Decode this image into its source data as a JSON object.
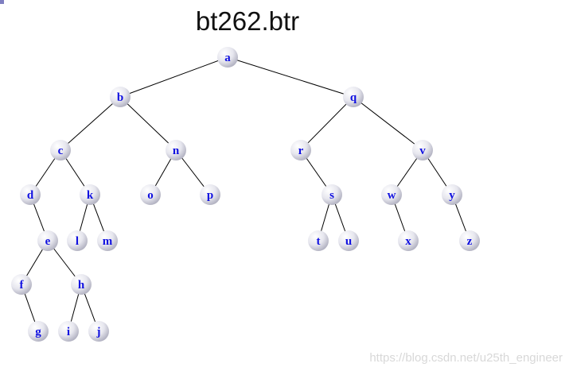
{
  "title": "bt262.btr",
  "watermark": "https://blog.csdn.net/u25th_engineer",
  "colors": {
    "label": "#1010e0",
    "edge": "#000000",
    "node_light": "#ffffff",
    "node_dark": "#b8b8c8"
  },
  "tree": {
    "nodes": [
      "a",
      "b",
      "q",
      "c",
      "n",
      "r",
      "v",
      "d",
      "k",
      "o",
      "p",
      "s",
      "w",
      "y",
      "e",
      "l",
      "m",
      "t",
      "u",
      "x",
      "z",
      "f",
      "h",
      "g",
      "i",
      "j"
    ],
    "edges": [
      [
        "a",
        "b"
      ],
      [
        "a",
        "q"
      ],
      [
        "b",
        "c"
      ],
      [
        "b",
        "n"
      ],
      [
        "q",
        "r"
      ],
      [
        "q",
        "v"
      ],
      [
        "c",
        "d"
      ],
      [
        "c",
        "k"
      ],
      [
        "n",
        "o"
      ],
      [
        "n",
        "p"
      ],
      [
        "r",
        "s"
      ],
      [
        "v",
        "w"
      ],
      [
        "v",
        "y"
      ],
      [
        "d",
        "e"
      ],
      [
        "k",
        "l"
      ],
      [
        "k",
        "m"
      ],
      [
        "s",
        "t"
      ],
      [
        "s",
        "u"
      ],
      [
        "w",
        "x"
      ],
      [
        "y",
        "z"
      ],
      [
        "e",
        "f"
      ],
      [
        "e",
        "h"
      ],
      [
        "f",
        "g"
      ],
      [
        "h",
        "i"
      ],
      [
        "h",
        "j"
      ]
    ]
  }
}
